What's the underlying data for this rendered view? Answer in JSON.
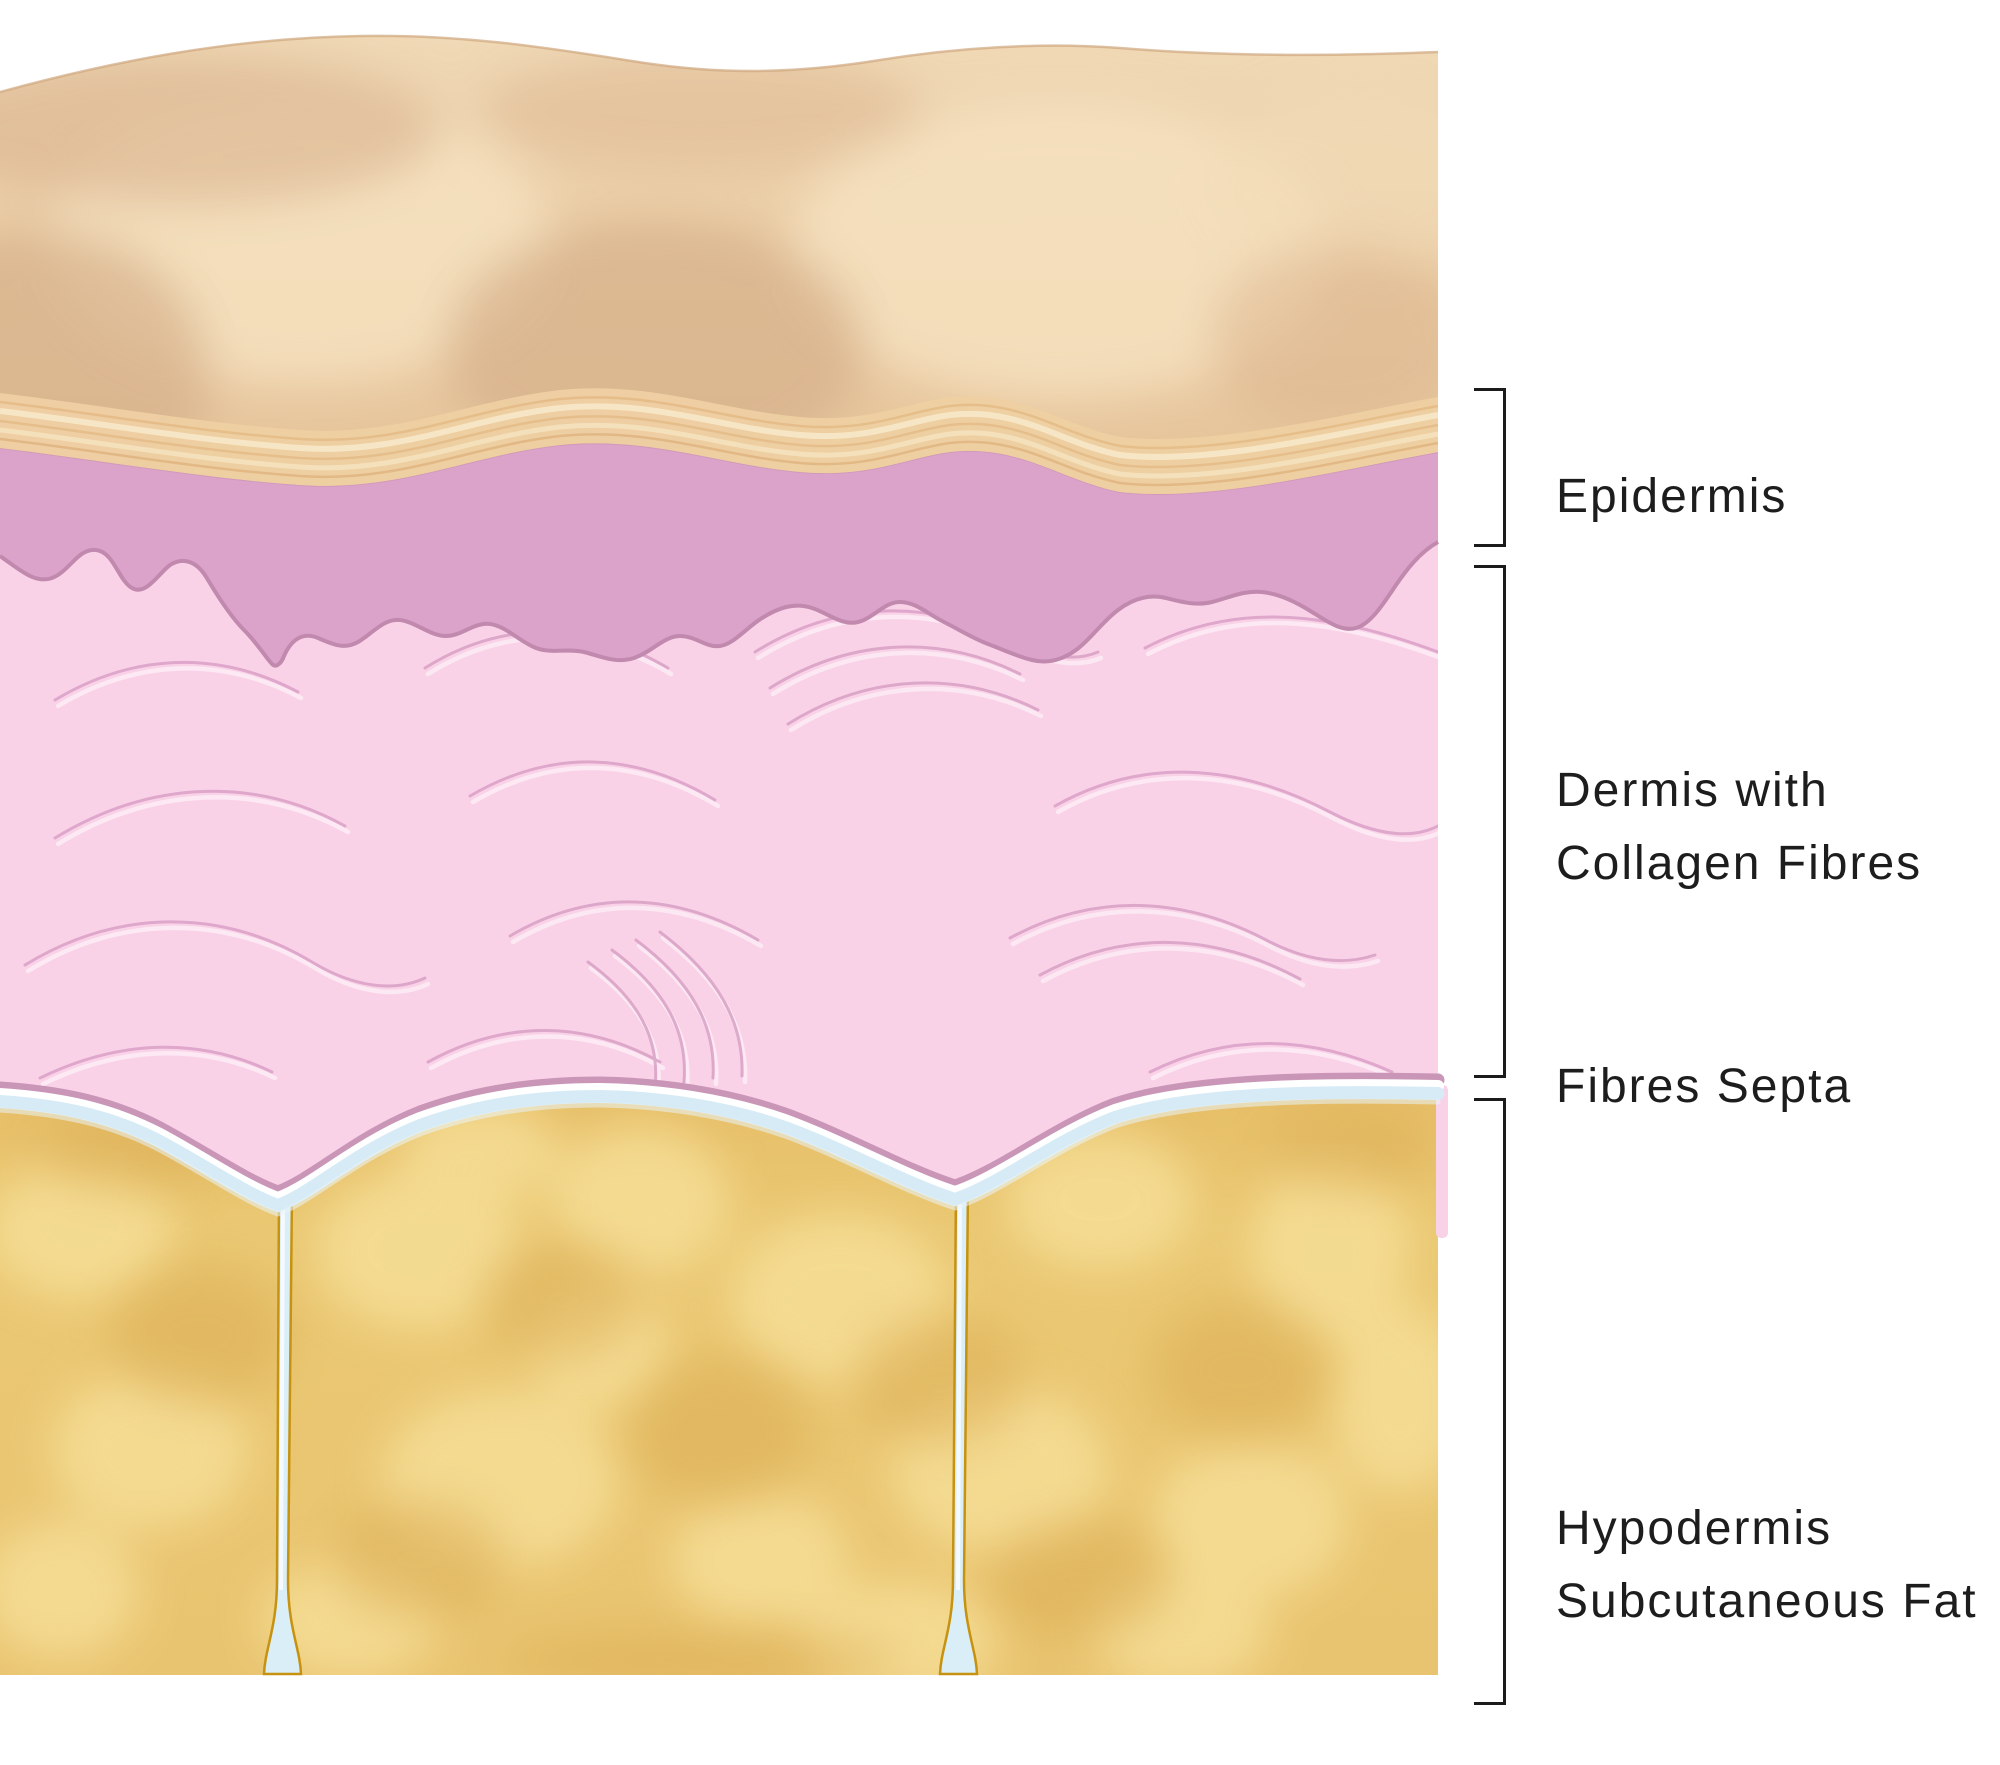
{
  "figure": {
    "type": "skin-cross-section-diagram",
    "labels": {
      "epidermis": "Epidermis",
      "dermis_line1": "Dermis with",
      "dermis_line2": "Collagen Fibres",
      "fibres_septa": "Fibres Septa",
      "hypodermis_line1": "Hypodermis",
      "hypodermis_line2": "Subcutaneous Fat"
    },
    "layers": [
      {
        "name": "Skin surface",
        "color": "#e9c9a0"
      },
      {
        "name": "Stratum corneum band",
        "color": "#eecf9f"
      },
      {
        "name": "Epidermis",
        "color": "#dba3ca"
      },
      {
        "name": "Dermis with collagen fibres",
        "color": "#fad2e8"
      },
      {
        "name": "Basement membrane",
        "color": "#d6ebf6"
      },
      {
        "name": "Fibres septa",
        "color": "#c6920f"
      },
      {
        "name": "Hypodermis subcutaneous fat",
        "color": "#eac873"
      }
    ],
    "palette": {
      "background": "#ffffff",
      "bracket": "#1b1b1b",
      "label_text": "#1d1d1d",
      "collagen_line": "#d8a0c5",
      "septa_blue": "#daeef7",
      "fat_highlight": "#f7e19b"
    }
  }
}
